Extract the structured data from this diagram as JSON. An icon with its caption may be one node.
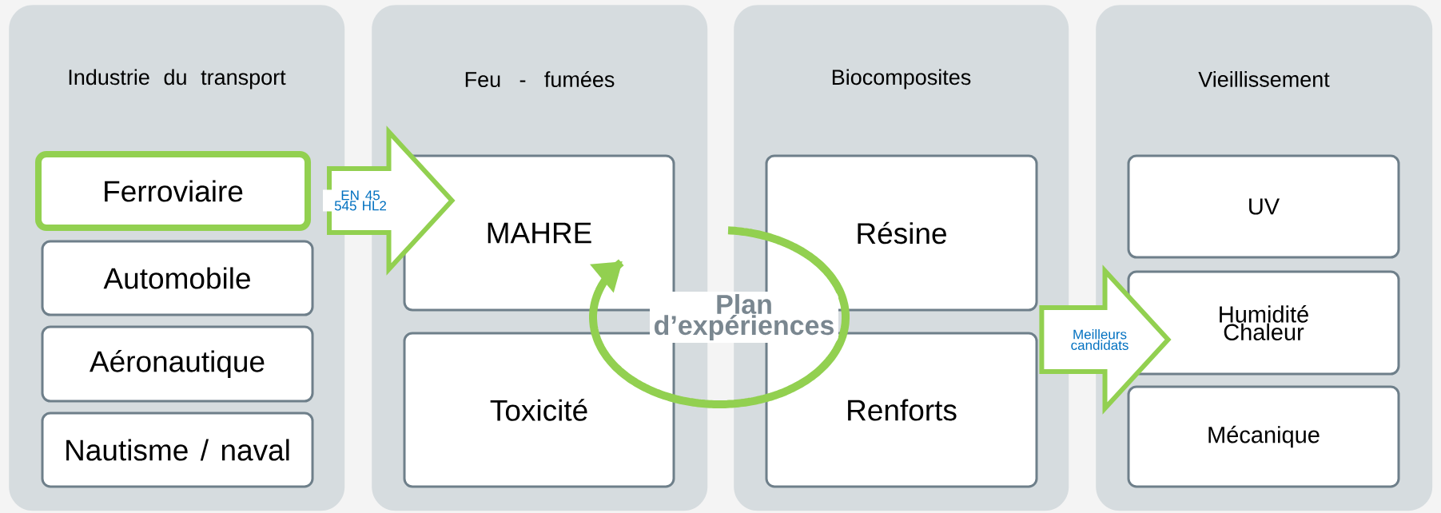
{
  "diagram": {
    "nodes": [
      {
        "text": [
          "Industrie du transport"
        ]
      },
      {
        "text": [
          "Ferroviaire"
        ],
        "in": 0
      },
      {
        "text": [
          "Automobile"
        ],
        "in": 0
      },
      {
        "text": [
          "Aéronautique"
        ],
        "in": 0
      },
      {
        "text": [
          "Nautisme / naval"
        ],
        "in": 0
      },
      {
        "text": [
          "Feu - fumées"
        ]
      },
      {
        "text": [
          "MAHRE"
        ],
        "in": 5
      },
      {
        "text": [
          "Toxicité"
        ],
        "in": 5
      },
      {
        "text": [
          "Biocomposites"
        ]
      },
      {
        "text": [
          "Résine"
        ],
        "in": 8
      },
      {
        "text": [
          "Renforts"
        ],
        "in": 8
      },
      {
        "text": [
          "Vieillissement"
        ]
      },
      {
        "text": [
          "UV"
        ],
        "in": 11
      },
      {
        "text": [
          "Humidité Chaleur"
        ],
        "in": 11
      },
      {
        "text": [
          "Mécanique"
        ],
        "in": 11
      },
      {
        "text": [
          "Plan d’expériences"
        ]
      }
    ],
    "edges": [
      {
        "from": 1,
        "to": 6,
        "arrow": "to",
        "label": "EN 45 545 HL2"
      },
      {
        "from": 8,
        "to": 13,
        "arrow": "to",
        "label": "Meilleurs candidats"
      }
    ]
  }
}
